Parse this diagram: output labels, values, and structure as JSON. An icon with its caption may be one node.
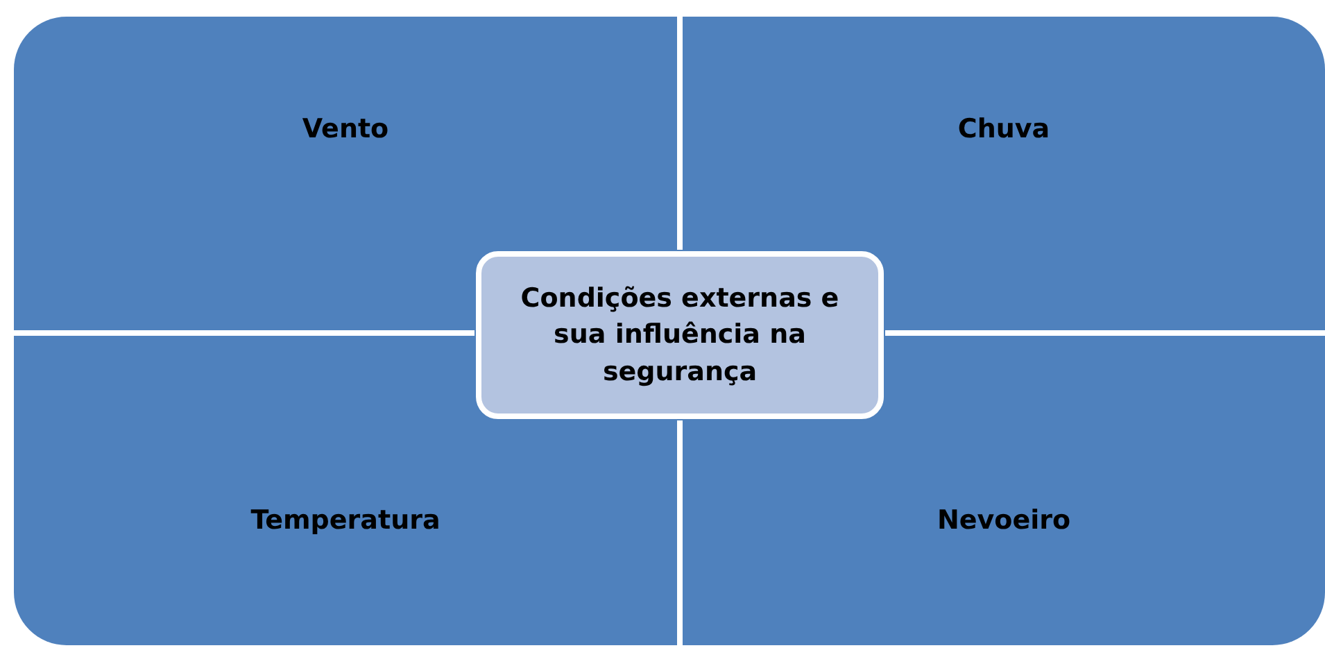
{
  "diagram": {
    "nodes": [
      {
        "text": [
          "Vento"
        ]
      },
      {
        "text": [
          "Chuva"
        ]
      },
      {
        "text": [
          "Condições externas e sua influência na segurança"
        ]
      },
      {
        "text": [
          "Temperatura"
        ]
      },
      {
        "text": [
          "Nevoeiro"
        ]
      }
    ]
  }
}
